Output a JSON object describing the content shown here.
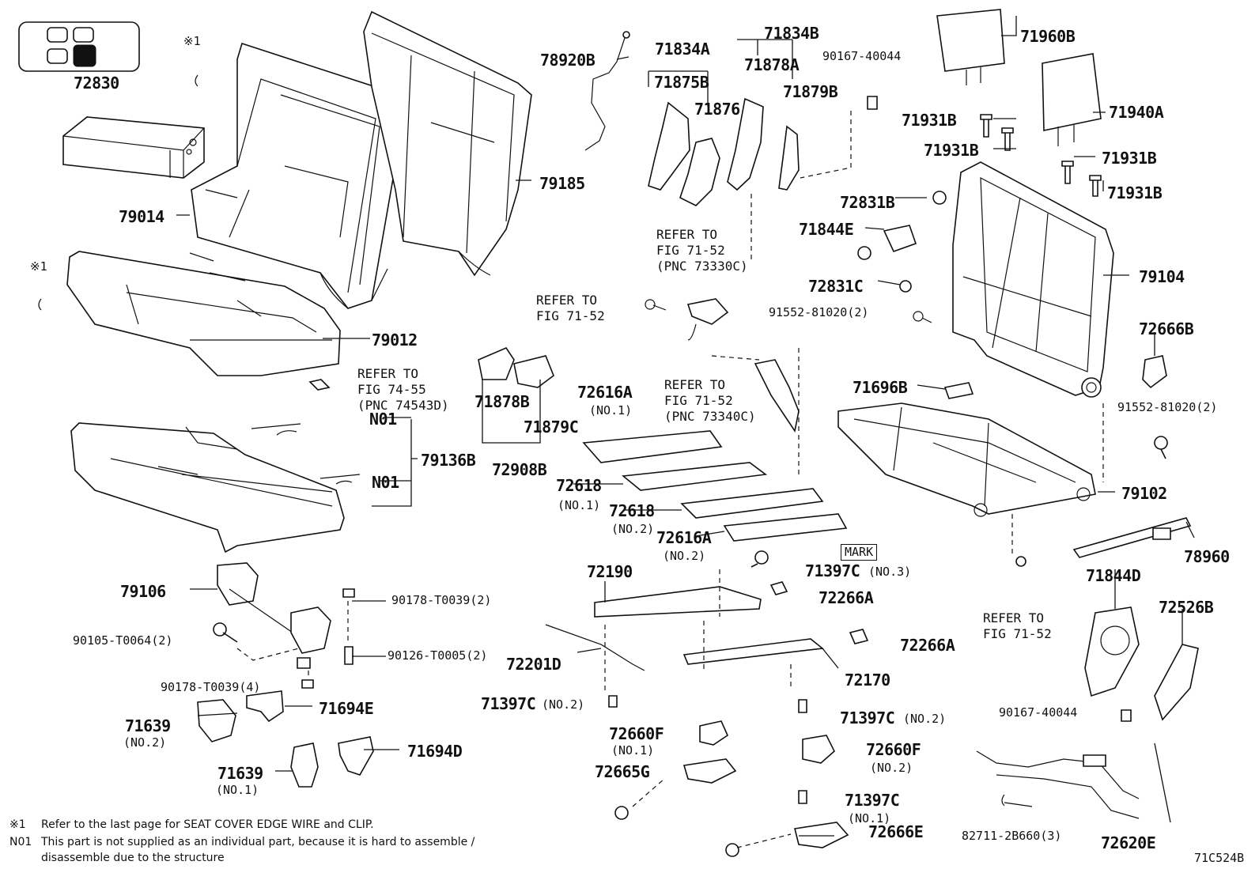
{
  "legend": {
    "box_label": "72830"
  },
  "labels": {
    "p72830": "72830",
    "x1a": "※1",
    "x1b": "※1",
    "p79014": "79014",
    "p79185": "79185",
    "p79012": "79012",
    "p78920b": "78920B",
    "p71834a": "71834A",
    "p71834b": "71834B",
    "p71875b": "71875B",
    "p71876": "71876",
    "p71878a": "71878A",
    "p71879b": "71879B",
    "p90167a": "90167-40044",
    "p71960b": "71960B",
    "p71940a": "71940A",
    "p71931b1": "71931B",
    "p71931b2": "71931B",
    "p71931b3": "71931B",
    "p71931b4": "71931B",
    "p72831b": "72831B",
    "p71844e": "71844E",
    "p72831c": "72831C",
    "p91552a": "91552-81020(2)",
    "p79104": "79104",
    "p72666b": "72666B",
    "p91552b": "91552-81020(2)",
    "p71696b": "71696B",
    "p79102": "79102",
    "p78960": "78960",
    "p71878b": "71878B",
    "p71879c": "71879C",
    "p72908b": "72908B",
    "p72616a1": "72616A",
    "p72616a1n": "(NO.1)",
    "p72618a": "72618",
    "p72618an": "(NO.1)",
    "p72618b": "72618",
    "p72618bn": "(NO.2)",
    "p72616a2": "72616A",
    "p72616a2n": "(NO.2)",
    "mark": "MARK",
    "p71397c3": "71397C",
    "p71397c3n": "(NO.3)",
    "p72266a1": "72266A",
    "p72266a2": "72266A",
    "p72190": "72190",
    "p72201d": "72201D",
    "p72170": "72170",
    "p71397c2a": "71397C",
    "p71397c2an": "(NO.2)",
    "p71397c2b": "71397C",
    "p71397c2bn": "(NO.2)",
    "p72660f1": "72660F",
    "p72660f1n": "(NO.1)",
    "p72660f2": "72660F",
    "p72660f2n": "(NO.2)",
    "p72665g": "72665G",
    "p71397c1": "71397C",
    "p71397c1n": "(NO.1)",
    "p72666e": "72666E",
    "p71844d": "71844D",
    "p72526b": "72526B",
    "p90167b": "90167-40044",
    "p82711": "82711-2B660(3)",
    "p72620e": "72620E",
    "pN01a": "N01",
    "pN01b": "N01",
    "p79136b": "79136B",
    "p79106": "79106",
    "p90178a": "90178-T0039(2)",
    "p90105": "90105-T0064(2)",
    "p90126": "90126-T0005(2)",
    "p90178b": "90178-T0039(4)",
    "p71694e": "71694E",
    "p71639a": "71639",
    "p71639an": "(NO.2)",
    "p71639b": "71639",
    "p71639bn": "(NO.1)",
    "p71694d": "71694D",
    "ref1": "REFER TO\nFIG 74-55\n(PNC 74543D)",
    "ref2": "REFER TO\nFIG 71-52\n(PNC 73330C)",
    "ref3": "REFER TO\nFIG 71-52",
    "ref4": "REFER TO\nFIG 71-52\n(PNC 73340C)",
    "ref5": "REFER TO\nFIG 71-52",
    "diagram_code": "71C524B"
  },
  "notes": {
    "n1_mark": "※1",
    "n1_text": "Refer to the last page for SEAT COVER EDGE WIRE and CLIP.",
    "n2_mark": "N01",
    "n2_text": "This part is not supplied as an individual part, because it is hard to assemble /",
    "n2_text2": "disassemble due to the structure"
  }
}
